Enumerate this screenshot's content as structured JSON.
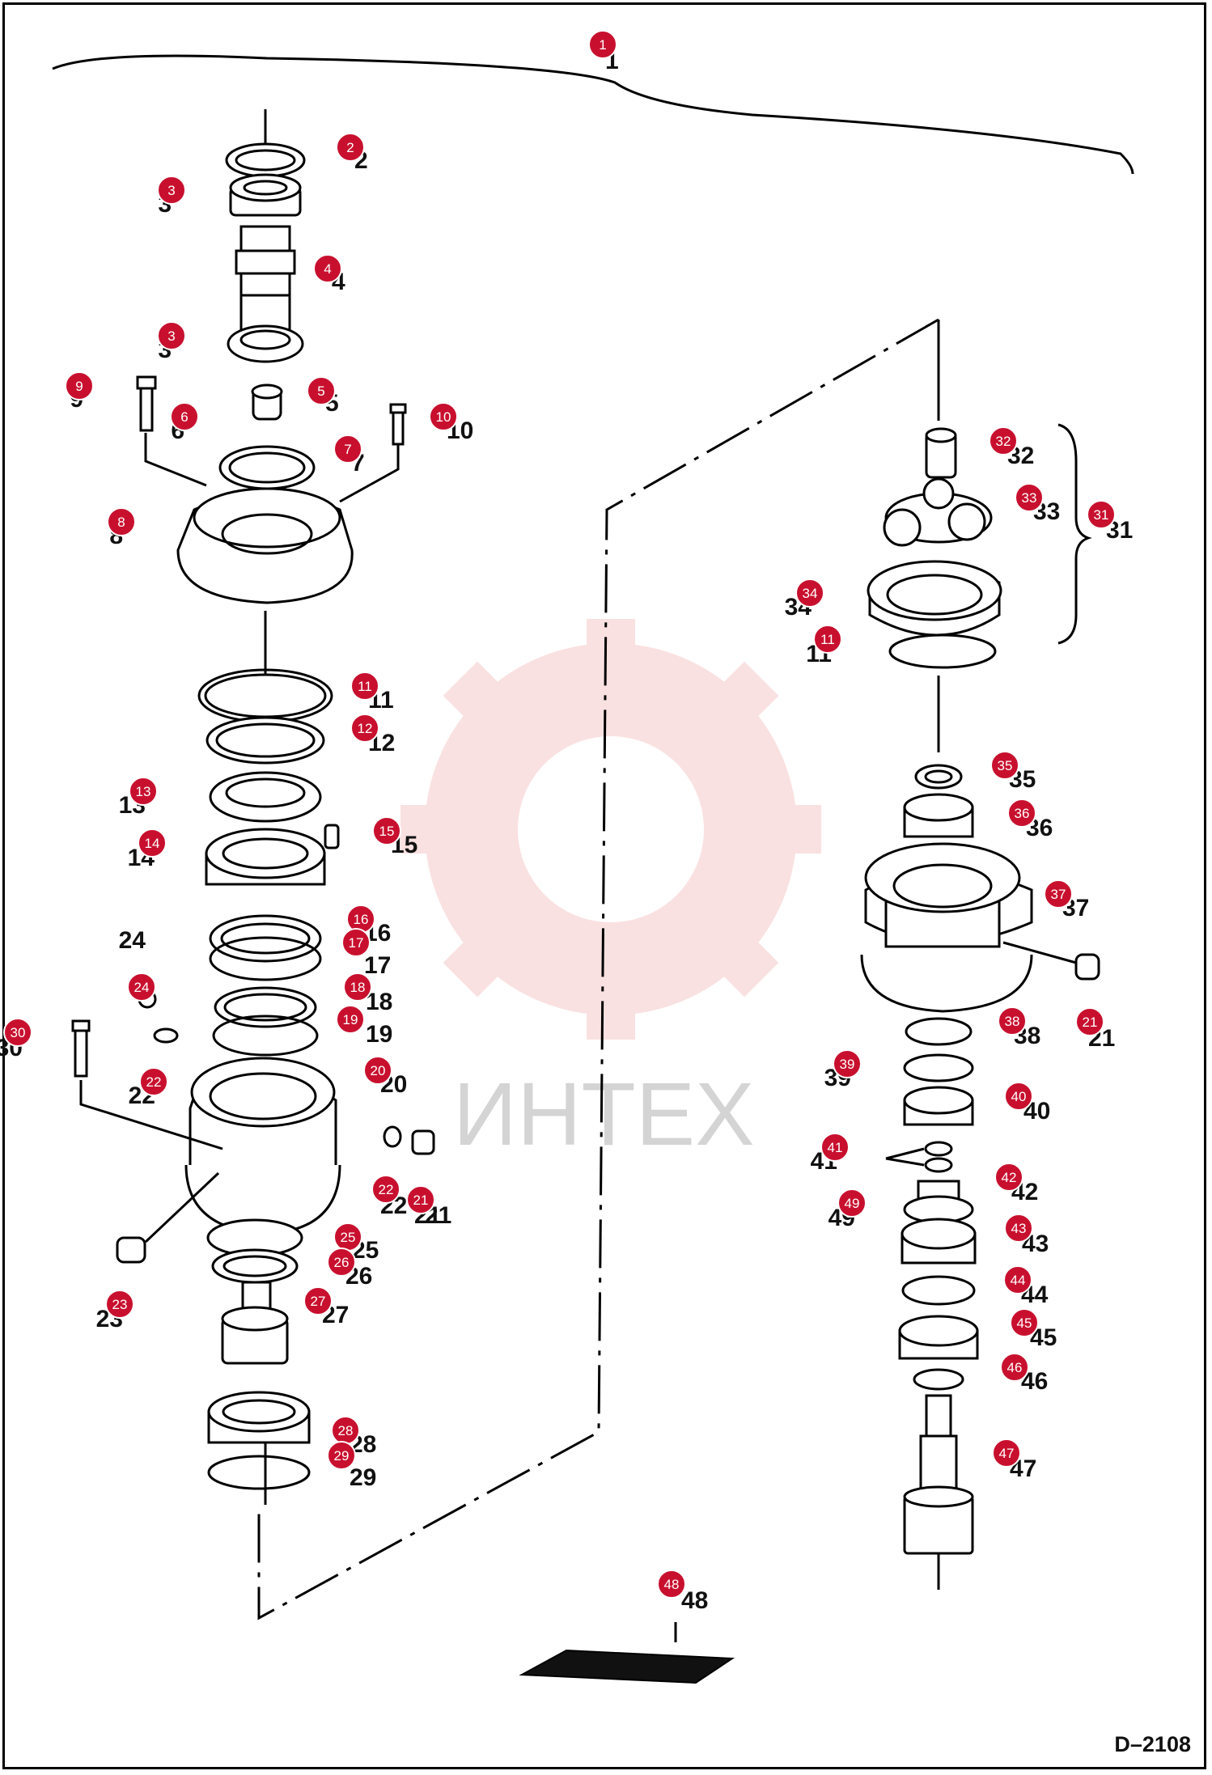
{
  "diagram": {
    "doc_code": "D–2108",
    "watermark_text": "ИНТЕХ",
    "colors": {
      "badge": "#c8102e",
      "watermark_gear": "#f6c9c9",
      "watermark_text": "#d4d4d4",
      "line": "#000000"
    },
    "parts": [
      {
        "num": "1"
      },
      {
        "num": "2"
      },
      {
        "num": "3"
      },
      {
        "num": "3"
      },
      {
        "num": "4"
      },
      {
        "num": "5"
      },
      {
        "num": "6"
      },
      {
        "num": "7"
      },
      {
        "num": "8"
      },
      {
        "num": "9"
      },
      {
        "num": "10"
      },
      {
        "num": "11"
      },
      {
        "num": "12"
      },
      {
        "num": "13"
      },
      {
        "num": "14"
      },
      {
        "num": "15"
      },
      {
        "num": "16"
      },
      {
        "num": "17"
      },
      {
        "num": "18"
      },
      {
        "num": "19"
      },
      {
        "num": "20"
      },
      {
        "num": "21"
      },
      {
        "num": "22"
      },
      {
        "num": "22"
      },
      {
        "num": "21"
      },
      {
        "num": "23"
      },
      {
        "num": "24"
      },
      {
        "num": "25"
      },
      {
        "num": "26"
      },
      {
        "num": "27"
      },
      {
        "num": "28"
      },
      {
        "num": "29"
      },
      {
        "num": "30"
      },
      {
        "num": "31"
      },
      {
        "num": "32"
      },
      {
        "num": "33"
      },
      {
        "num": "34"
      },
      {
        "num": "11"
      },
      {
        "num": "35"
      },
      {
        "num": "36"
      },
      {
        "num": "37"
      },
      {
        "num": "21"
      },
      {
        "num": "38"
      },
      {
        "num": "39"
      },
      {
        "num": "40"
      },
      {
        "num": "41"
      },
      {
        "num": "42"
      },
      {
        "num": "49"
      },
      {
        "num": "43"
      },
      {
        "num": "44"
      },
      {
        "num": "45"
      },
      {
        "num": "46"
      },
      {
        "num": "47"
      },
      {
        "num": "48"
      }
    ]
  }
}
